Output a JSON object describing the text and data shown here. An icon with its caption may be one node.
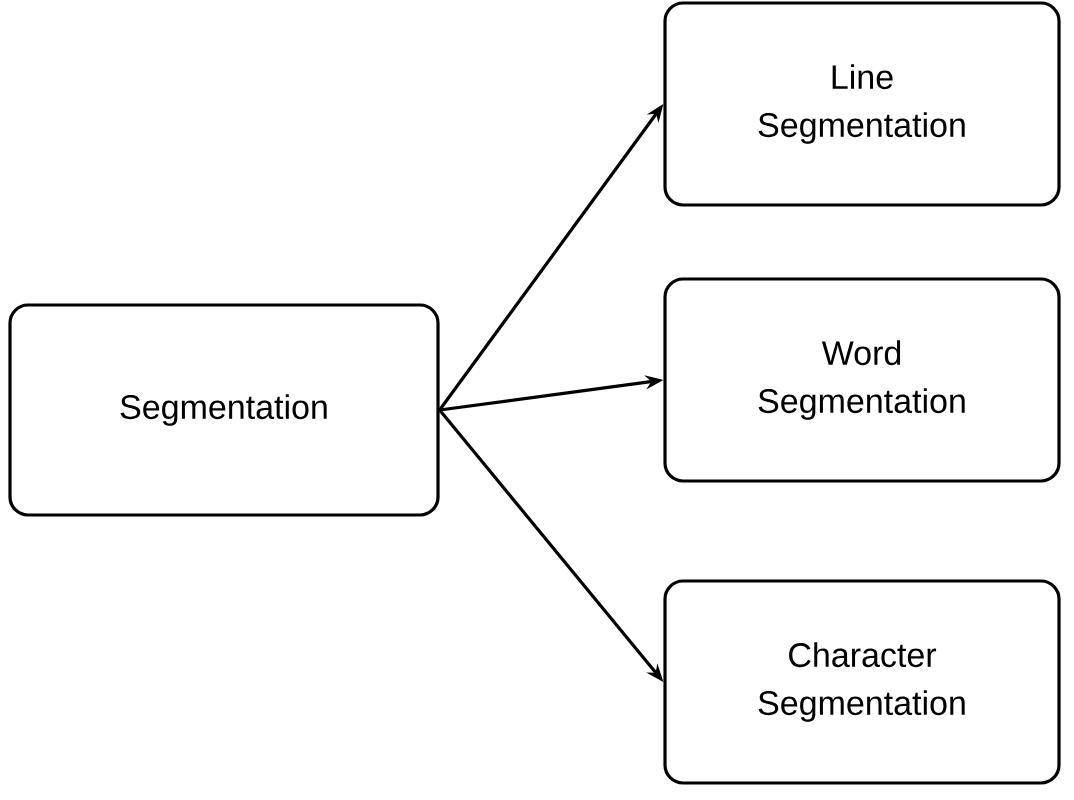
{
  "diagram": {
    "nodes": [
      {
        "text": [
          "Segmentation"
        ]
      },
      {
        "text": [
          "Line Segmentation"
        ]
      },
      {
        "text": [
          "Word Segmentation"
        ]
      },
      {
        "text": [
          "Character Segmentation"
        ]
      }
    ],
    "edges": [
      {
        "from": 0,
        "to": 1,
        "arrow": "to"
      },
      {
        "from": 0,
        "to": 2,
        "arrow": "to"
      },
      {
        "from": 0,
        "to": 3,
        "arrow": "to"
      }
    ]
  }
}
